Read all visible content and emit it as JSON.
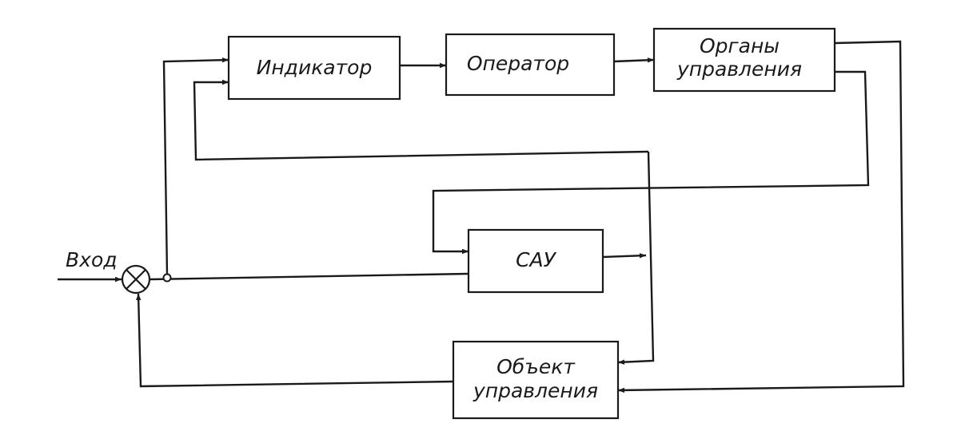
{
  "input_label": "Bход",
  "blocks": {
    "indicator": "Индикатор",
    "operator": "Оператор",
    "controls_line1": "Органы",
    "controls_line2": "управления",
    "sau": "САУ",
    "object_line1": "Объект",
    "object_line2": "управления"
  }
}
